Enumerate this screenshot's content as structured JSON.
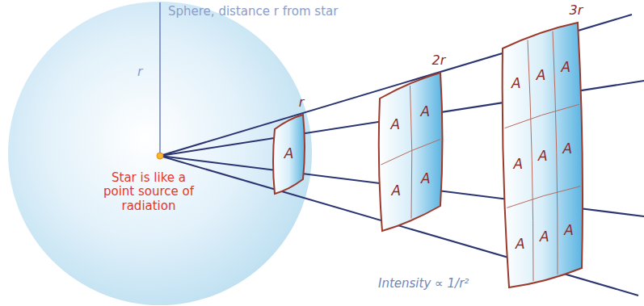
{
  "diagram": {
    "nodes": [
      {
        "text": [
          "Sphere, distance r from star",
          "r",
          "Star is like a point source of radiation"
        ]
      },
      {
        "text": [
          "r",
          "A"
        ]
      },
      {
        "text": [
          "2r",
          "A",
          "A",
          "A",
          "A"
        ]
      },
      {
        "text": [
          "3r",
          "A",
          "A",
          "A",
          "A",
          "A",
          "A",
          "A",
          "A",
          "A"
        ]
      }
    ],
    "labels": [
      "Intensity ∝ 1/r²"
    ]
  }
}
